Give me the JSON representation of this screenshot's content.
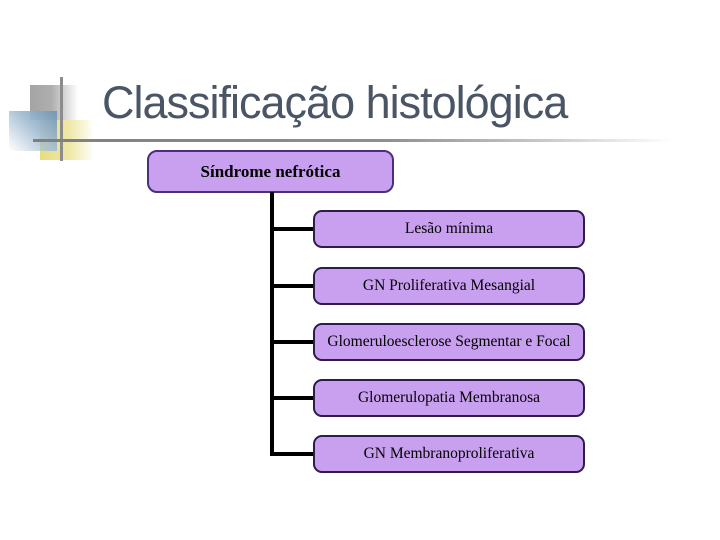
{
  "slide": {
    "title": "Classificação histológica"
  },
  "org_chart": {
    "type": "hierarchy",
    "root": "Síndrome nefrótica",
    "children": [
      "Lesão mínima",
      "GN Proliferativa Mesangial",
      "Glomeruloesclerose Segmentar e Focal",
      "Glomerulopatia Membranosa",
      "GN Membranoproliferativa"
    ]
  },
  "colors": {
    "title_text": "#4a5565",
    "node_fill": "#c99ff0",
    "root_node_border": "#4b2f7d",
    "child_node_border": "#2e1c4e",
    "connector": "#000000",
    "rule_gray": "#8c8c8c",
    "deco_gray": "#a4a4a4",
    "deco_yellow": "#e7dd80",
    "deco_blue": "#6f94b4"
  }
}
